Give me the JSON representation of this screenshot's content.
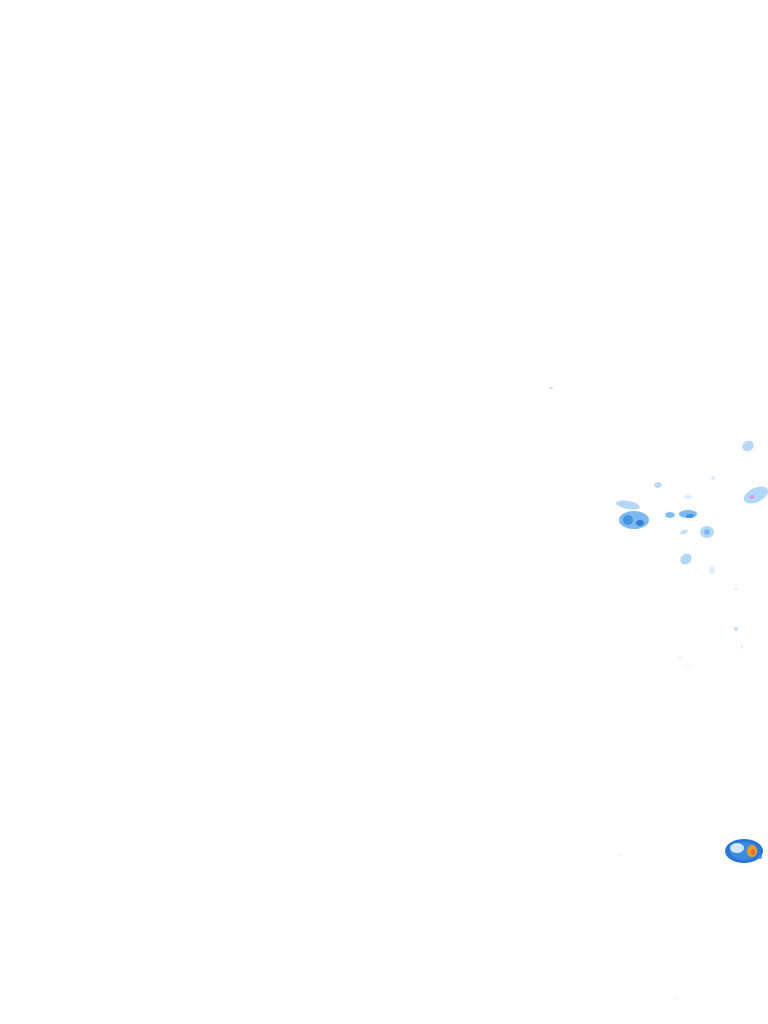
{
  "map": {
    "type": "precipitation-radar-overlay",
    "background_color": "#ffffff",
    "legend_colors": {
      "very_light": "#cfe6fb",
      "light": "#a9d1f5",
      "moderate": "#6fb0ec",
      "heavy": "#3d8fe0",
      "very_heavy": "#1f6fd0",
      "intense": "#f0a020",
      "extreme": "#e06030",
      "hail": "#e88ad0"
    },
    "echo_levels": [
      "very_light",
      "light",
      "moderate",
      "heavy",
      "very_heavy",
      "intense",
      "extreme",
      "hail"
    ]
  }
}
